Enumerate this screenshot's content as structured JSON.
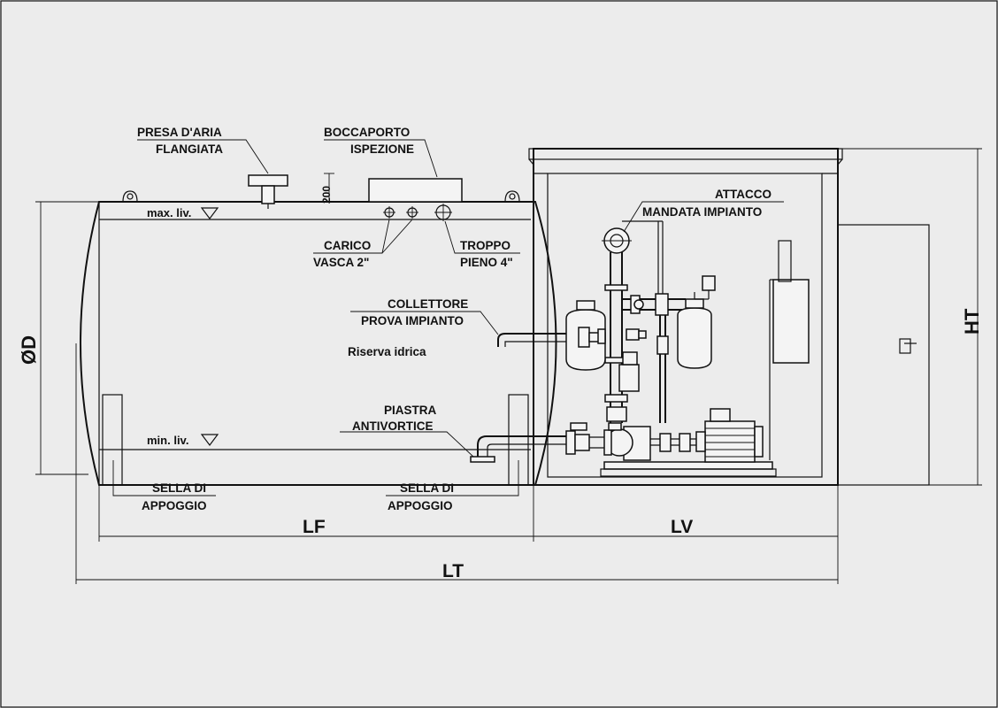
{
  "labels": {
    "presa_aria_1": "PRESA D'ARIA",
    "presa_aria_2": "FLANGIATA",
    "boccaporto_1": "BOCCAPORTO",
    "boccaporto_2": "ISPEZIONE",
    "dim_200": "200",
    "max_liv": "max. liv.",
    "min_liv": "min. liv.",
    "carico_1": "CARICO",
    "carico_2": "VASCA 2\"",
    "troppo_1": "TROPPO",
    "troppo_2": "PIENO 4\"",
    "attacco_1": "ATTACCO",
    "attacco_2": "MANDATA IMPIANTO",
    "collettore_1": "COLLETTORE",
    "collettore_2": "PROVA IMPIANTO",
    "riserva": "Riserva idrica",
    "piastra_1": "PIASTRA",
    "piastra_2": "ANTIVORTICE",
    "sella_left_1": "SELLA DI",
    "sella_left_2": "APPOGGIO",
    "sella_right_1": "SELLA DI",
    "sella_right_2": "APPOGGIO"
  },
  "dimensions": {
    "diameter": "ØD",
    "height": "HT",
    "lf": "LF",
    "lv": "LV",
    "lt": "LT"
  },
  "colors": {
    "background": "#ececec",
    "lines": "#111111"
  }
}
